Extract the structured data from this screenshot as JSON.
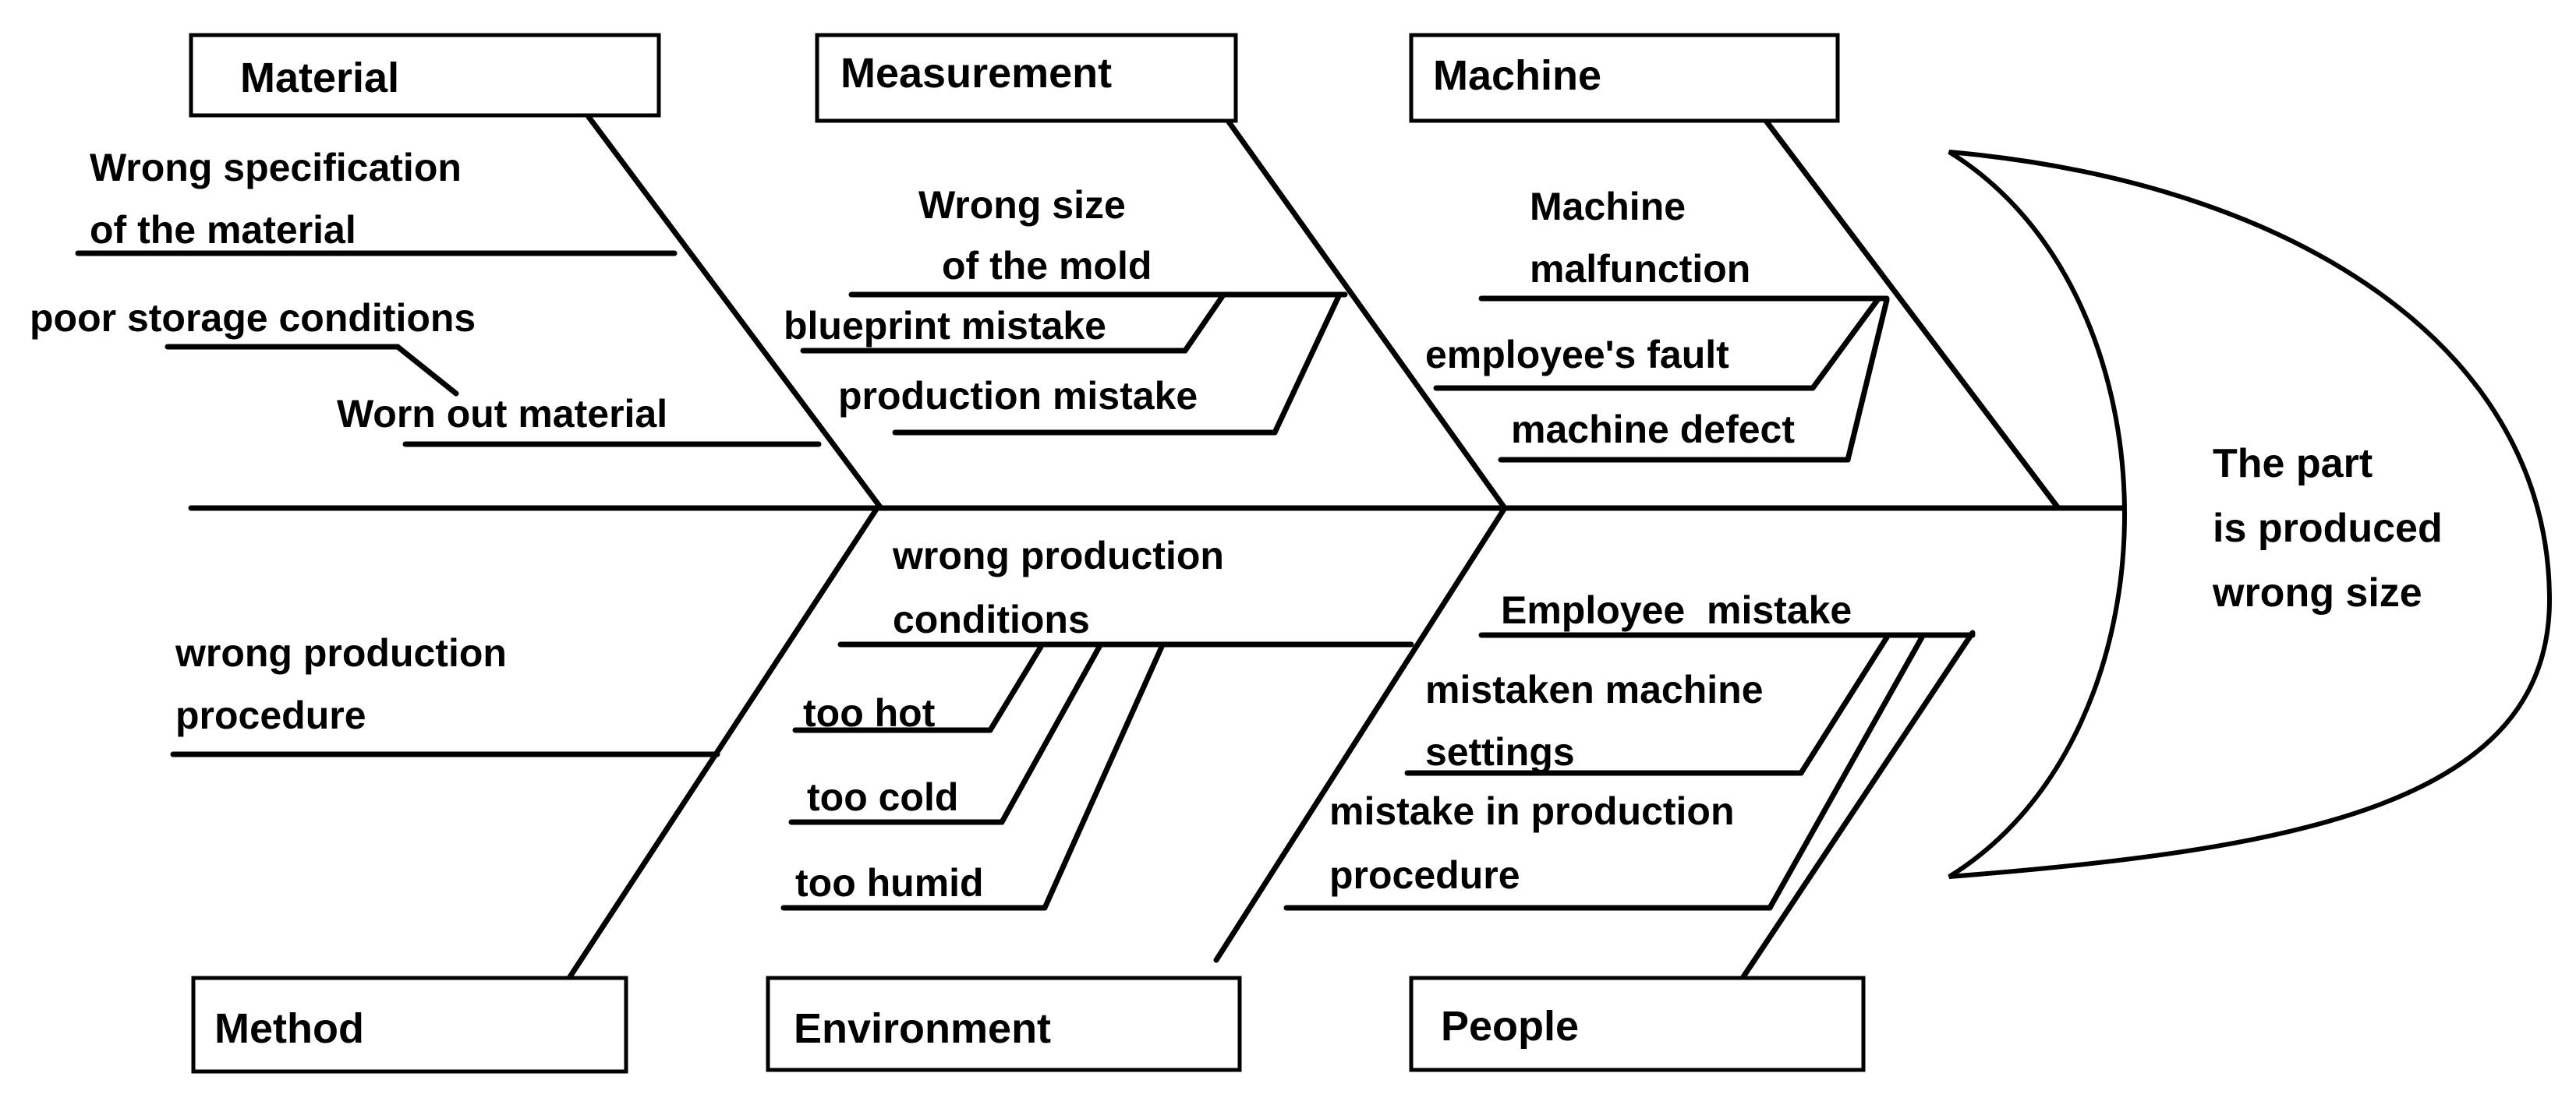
{
  "categories": {
    "material": "Material",
    "measurement": "Measurement",
    "machine": "Machine",
    "method": "Method",
    "environment": "Environment",
    "people": "People"
  },
  "causes": {
    "material": {
      "wrong_spec_1": "Wrong specification",
      "wrong_spec_2": "of the material",
      "poor_storage": "poor storage conditions",
      "worn_out": "Worn out material"
    },
    "measurement": {
      "wrong_size_1": "Wrong size",
      "wrong_size_2": "of the mold",
      "blueprint": "blueprint mistake",
      "production": "production mistake"
    },
    "machine": {
      "malfunction_1": "Machine",
      "malfunction_2": "malfunction",
      "employee_fault": "employee's fault",
      "defect": "machine defect"
    },
    "method": {
      "procedure_1": "wrong production",
      "procedure_2": "procedure"
    },
    "environment": {
      "conditions_1": "wrong production",
      "conditions_2": "conditions",
      "hot": "too hot",
      "cold": "too cold",
      "humid": "too humid"
    },
    "people": {
      "employee_mistake": "Employee  mistake",
      "settings_1": "mistaken machine",
      "settings_2": "settings",
      "procedure_1": "mistake in production",
      "procedure_2": "procedure"
    }
  },
  "effect": {
    "line1": "The part",
    "line2": "is produced",
    "line3": "wrong size"
  }
}
